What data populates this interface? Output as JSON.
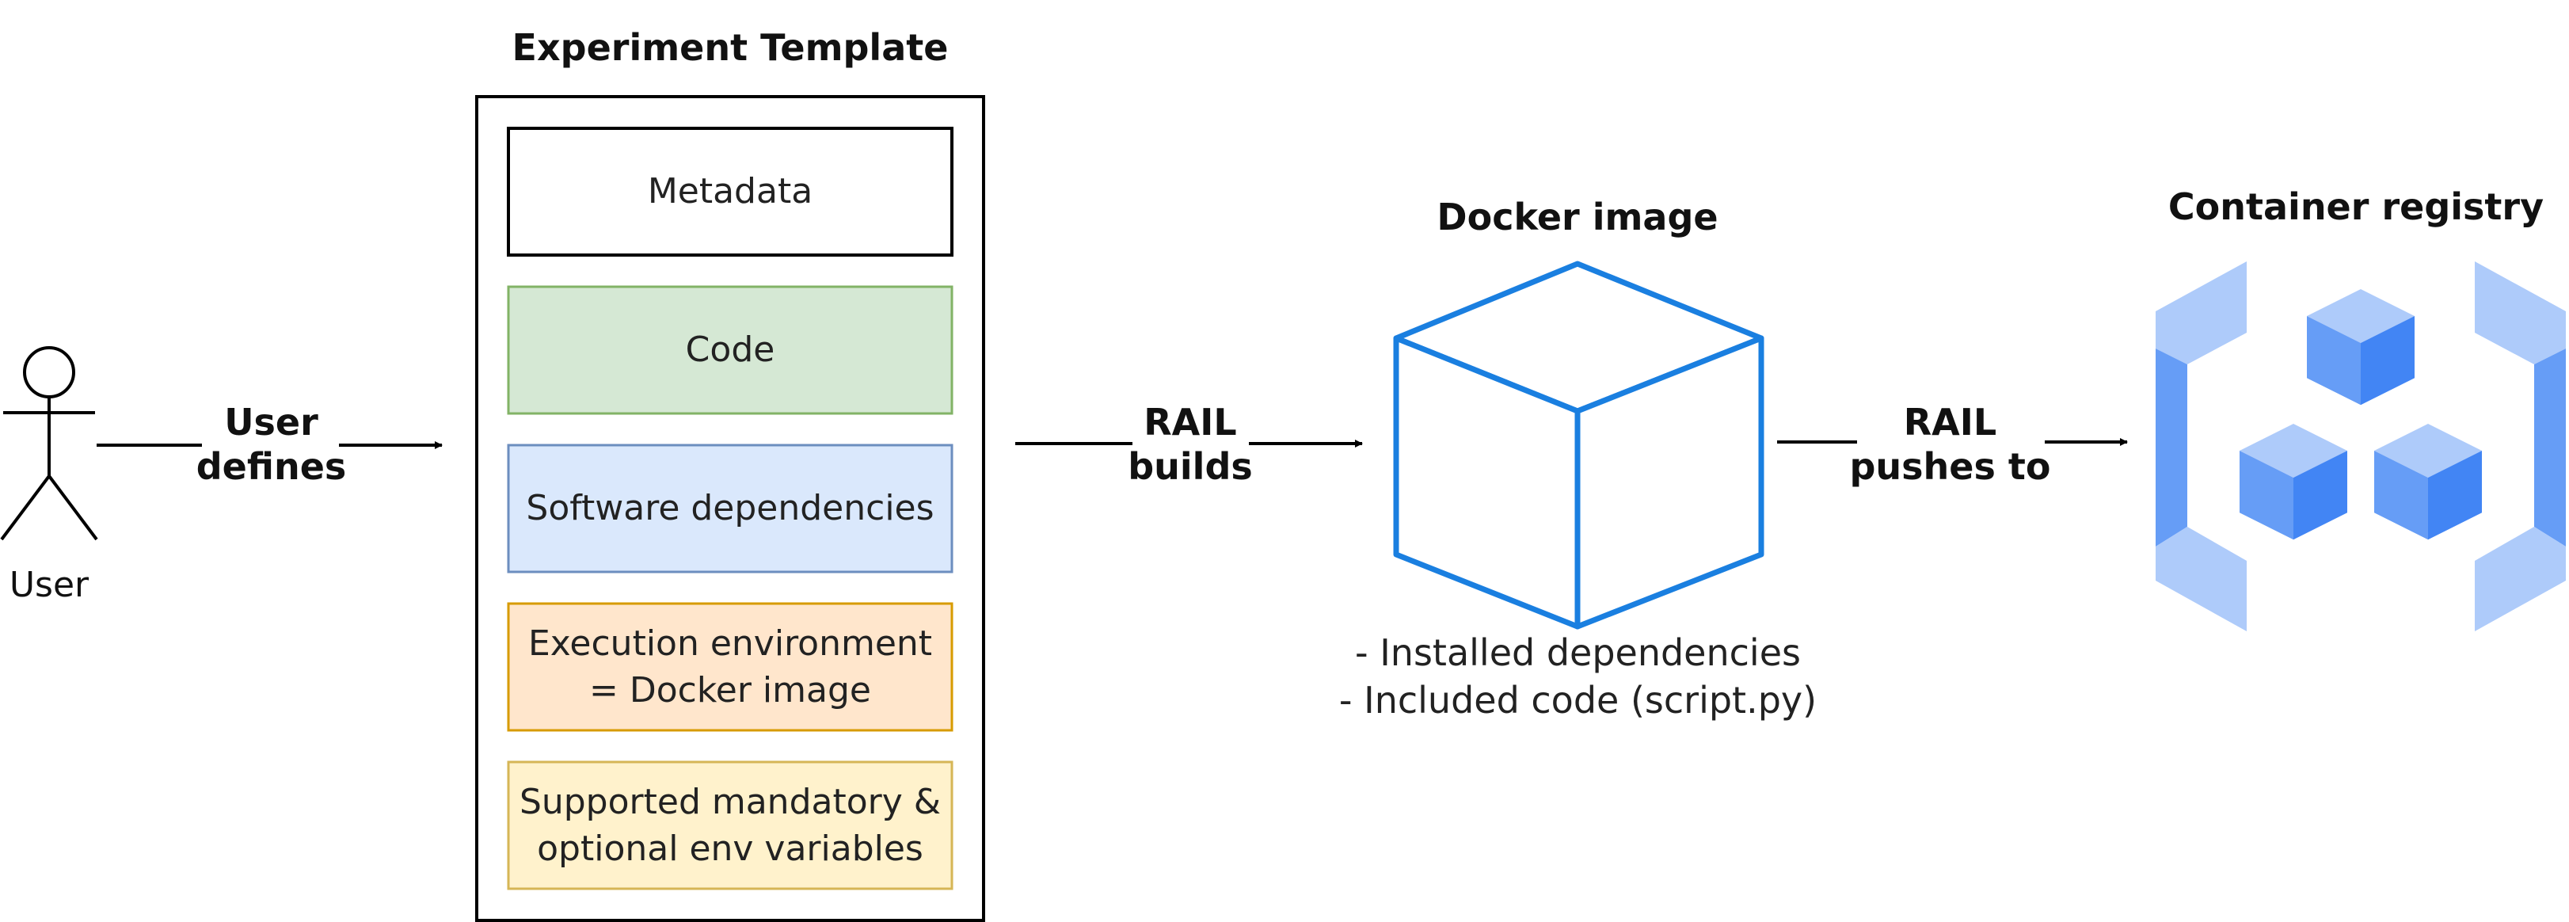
{
  "actor": {
    "label": "User"
  },
  "edges": {
    "user_defines": [
      "User",
      "defines"
    ],
    "rail_builds": [
      "RAIL",
      "builds"
    ],
    "rail_pushes": [
      "RAIL",
      "pushes to"
    ]
  },
  "template": {
    "title": "Experiment Template",
    "items": [
      {
        "label": "Metadata",
        "fill": "#ffffff",
        "stroke": "#000000"
      },
      {
        "label": "Code",
        "fill": "#d5e8d4",
        "stroke": "#82b366"
      },
      {
        "label": "Software dependencies",
        "fill": "#dae8fc",
        "stroke": "#6c8ebf"
      },
      {
        "label": "Execution environment\n= Docker image",
        "fill": "#ffe6cc",
        "stroke": "#d79b00"
      },
      {
        "label": "Supported mandatory &\noptional env variables",
        "fill": "#fff2cc",
        "stroke": "#d6b656"
      }
    ]
  },
  "docker": {
    "title": "Docker image",
    "notes": [
      "- Installed dependencies",
      "- Included code (script.py)"
    ],
    "stroke": "#1a7fe0"
  },
  "registry": {
    "title": "Container registry",
    "colors": {
      "light": "#aecbfa",
      "mid": "#669df6",
      "dark": "#4285f4"
    }
  }
}
